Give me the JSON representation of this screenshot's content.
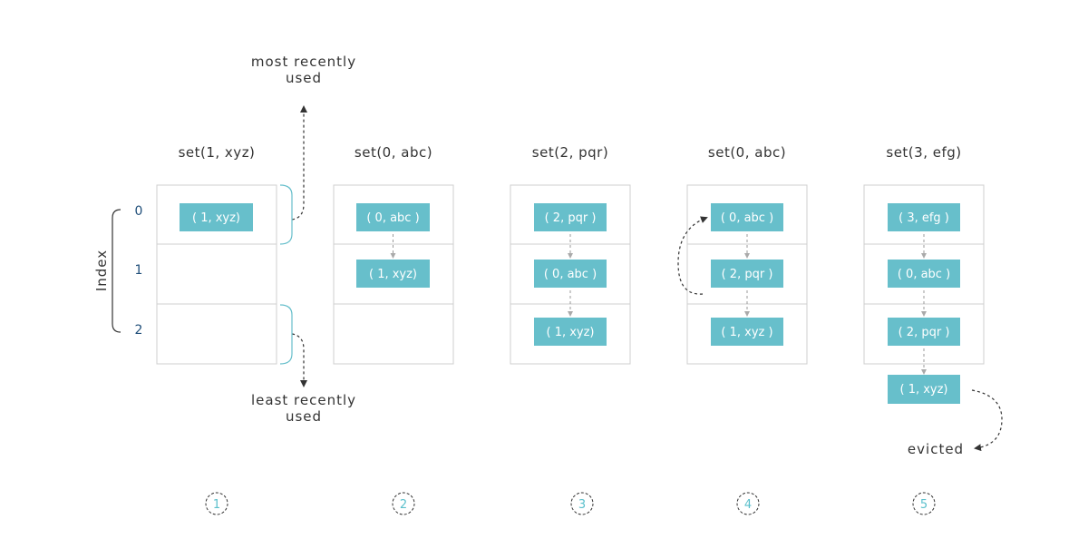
{
  "labels": {
    "most_recently_used": [
      "most recently",
      "used"
    ],
    "least_recently_used": [
      "least recently",
      "used"
    ],
    "index_title": "Index",
    "index_values": [
      "0",
      "1",
      "2"
    ],
    "evicted": "evicted"
  },
  "steps": [
    {
      "operation": "set(1, xyz)",
      "step": "1",
      "slots": [
        "( 1, xyz)",
        "",
        ""
      ]
    },
    {
      "operation": "set(0, abc)",
      "step": "2",
      "slots": [
        "( 0, abc )",
        "( 1, xyz)",
        ""
      ]
    },
    {
      "operation": "set(2, pqr)",
      "step": "3",
      "slots": [
        "( 2, pqr )",
        "( 0, abc )",
        "( 1, xyz)"
      ]
    },
    {
      "operation": "set(0, abc)",
      "step": "4",
      "slots": [
        "( 0, abc )",
        "( 2, pqr )",
        "( 1, xyz )"
      ]
    },
    {
      "operation": "set(3, efg)",
      "step": "5",
      "slots": [
        "( 3, efg )",
        "( 0, abc )",
        "( 2, pqr )"
      ],
      "evicted_entry": "( 1, xyz)"
    }
  ]
}
